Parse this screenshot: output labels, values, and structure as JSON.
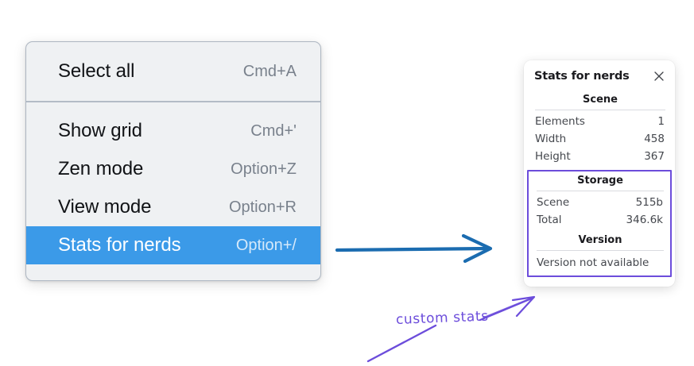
{
  "menu": {
    "name": "context-menu",
    "groups": [
      {
        "id": "group-top",
        "items": [
          {
            "label": "Select all",
            "shortcut": "Cmd+A",
            "selected": false
          }
        ]
      },
      {
        "id": "group-main",
        "items": [
          {
            "label": "Show grid",
            "shortcut": "Cmd+'",
            "selected": false
          },
          {
            "label": "Zen mode",
            "shortcut": "Option+Z",
            "selected": false
          },
          {
            "label": "View mode",
            "shortcut": "Option+R",
            "selected": false
          },
          {
            "label": "Stats for nerds",
            "shortcut": "Option+/",
            "selected": true
          }
        ]
      }
    ]
  },
  "stats_panel": {
    "title": "Stats for nerds",
    "close_icon": "close-icon",
    "scene": {
      "heading": "Scene",
      "rows": [
        {
          "label": "Elements",
          "value": "1"
        },
        {
          "label": "Width",
          "value": "458"
        },
        {
          "label": "Height",
          "value": "367"
        }
      ]
    },
    "storage": {
      "heading": "Storage",
      "rows": [
        {
          "label": "Scene",
          "value": "515b"
        },
        {
          "label": "Total",
          "value": "346.6k"
        }
      ]
    },
    "version": {
      "heading": "Version",
      "text": "Version not available"
    }
  },
  "annotations": {
    "custom_stats_label": "custom stats",
    "blue_arrow_name": "blue-arrow-icon",
    "purple_arrow_name": "purple-arrow-icon"
  },
  "colors": {
    "menu_background": "#eff1f3",
    "menu_border": "#aeb7c2",
    "menu_divider": "#b3bcc6",
    "menu_selected": "#3b9ae8",
    "menu_label": "#111316",
    "menu_shortcut": "#79818c",
    "panel_background": "#ffffff",
    "panel_text": "#44474d",
    "panel_heading": "#1b1b1f",
    "panel_rule": "#d9dbe0",
    "highlight_purple": "#6c4ddb",
    "blue_arrow": "#1b6cb0",
    "page_background": "#ffffff"
  }
}
